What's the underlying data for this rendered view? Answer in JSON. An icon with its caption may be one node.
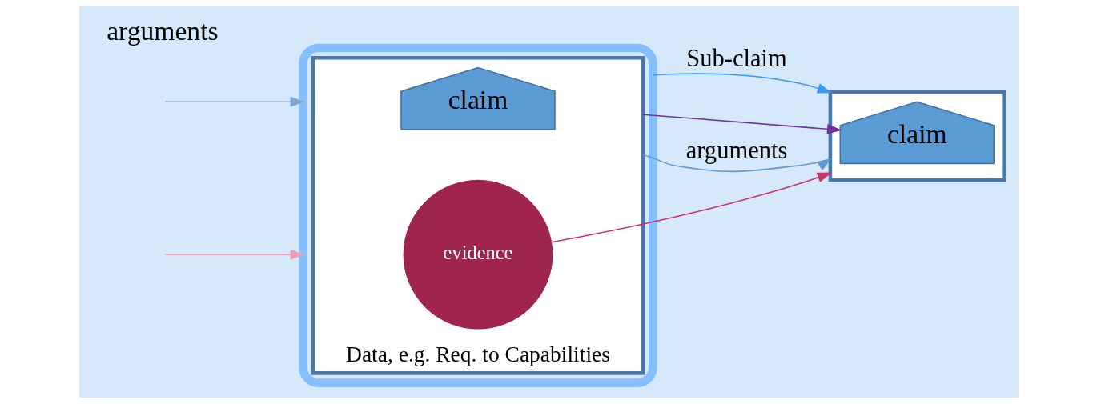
{
  "diagram": {
    "nodes": [
      {
        "text": [],
        "shape": "box"
      },
      {
        "text": [
          "Data, e.g. Req. to Capabilities"
        ],
        "in": 0
      },
      {
        "text": [
          "claim"
        ],
        "in": 1
      },
      {
        "text": [
          "evidence"
        ],
        "in": 1
      },
      {
        "text": [],
        "shape": "box"
      },
      {
        "text": [
          "claim"
        ],
        "in": 4
      }
    ],
    "edges": [
      {
        "from": 0,
        "to": 4,
        "arrow": "to",
        "label": "Sub-claim",
        "color": "#3399ff"
      },
      {
        "from": 1,
        "to": 5,
        "arrow": "to",
        "color": "#7030a0"
      },
      {
        "from": 1,
        "to": 4,
        "arrow": "to",
        "label": "arguments",
        "color": "#5b9bd5"
      },
      {
        "from": 3,
        "to": 4,
        "arrow": "to",
        "color": "#c8336a"
      },
      {
        "from": null,
        "to": 0,
        "arrow": "to",
        "color": "#7ba7d0"
      },
      {
        "from": null,
        "to": 0,
        "arrow": "to",
        "color": "#e8a0b4"
      }
    ],
    "labels": [
      "arguments"
    ]
  }
}
